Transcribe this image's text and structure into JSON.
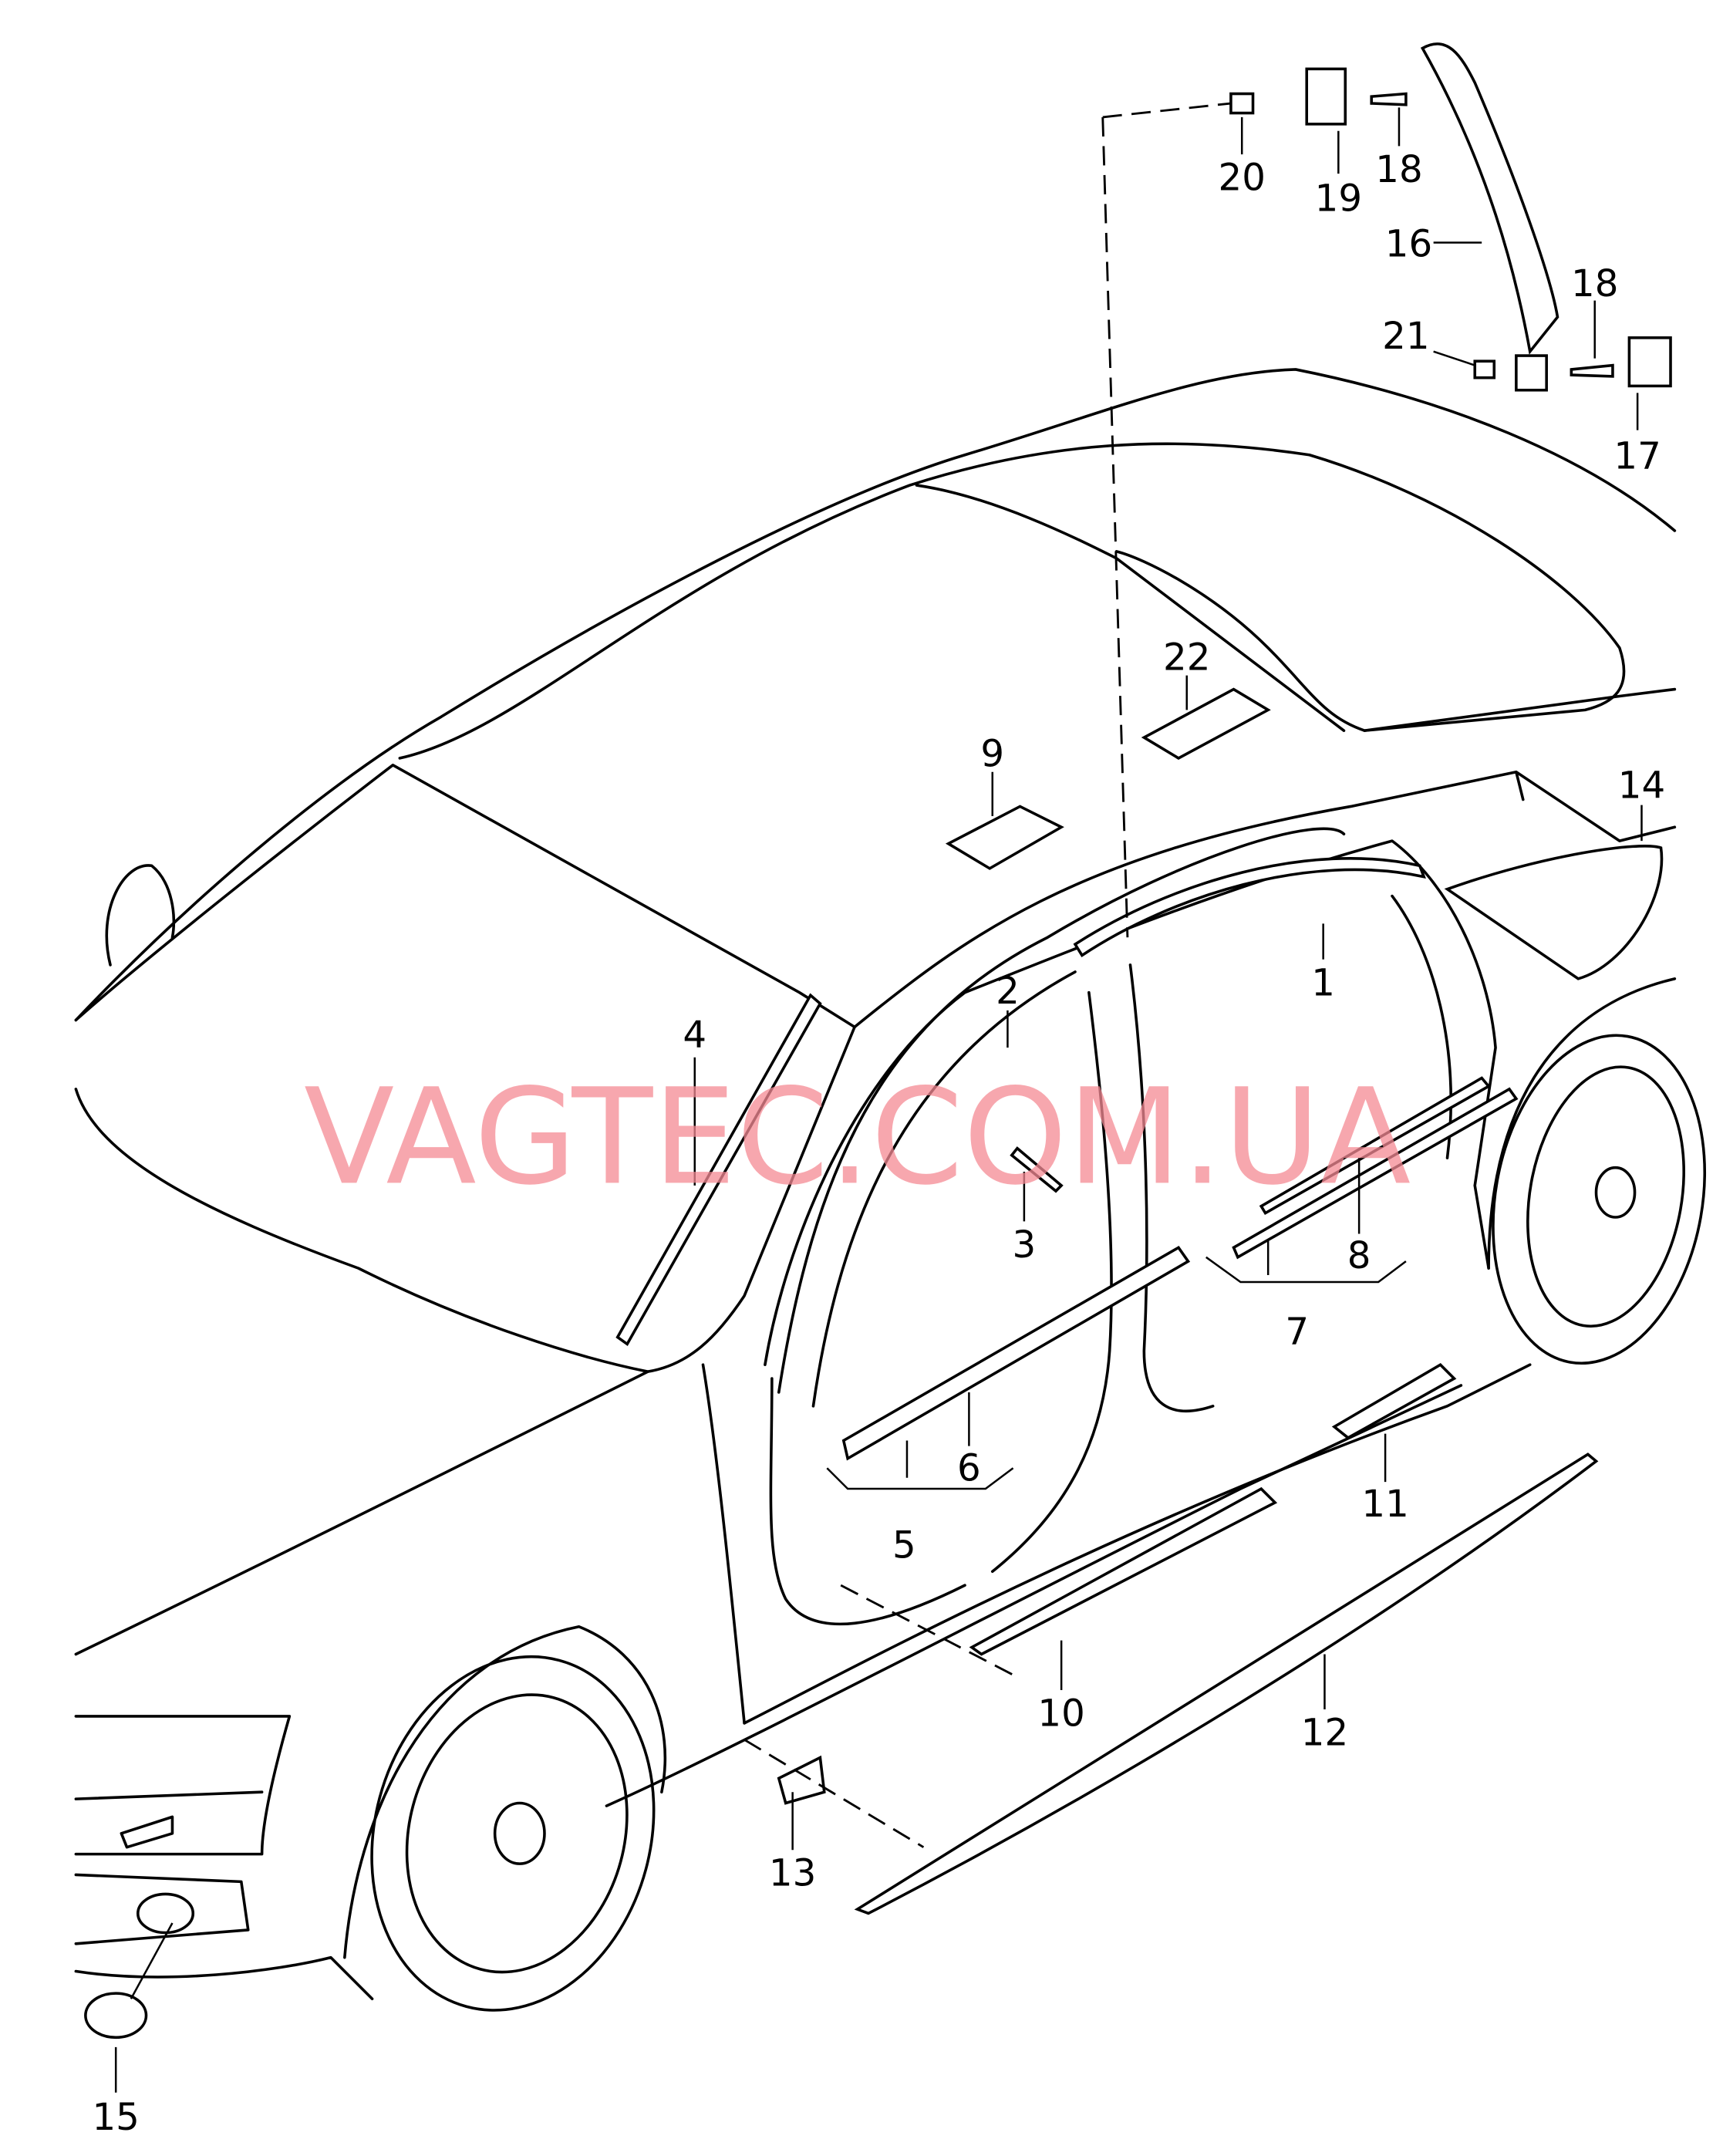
{
  "watermark": "VAGTEC.COM.UA",
  "callouts": {
    "c1": "1",
    "c2": "2",
    "c3": "3",
    "c4": "4",
    "c5": "5",
    "c6": "6",
    "c7": "7",
    "c8": "8",
    "c9": "9",
    "c10": "10",
    "c11": "11",
    "c12": "12",
    "c13": "13",
    "c14": "14",
    "c15": "15",
    "c16": "16",
    "c17": "17",
    "c18a": "18",
    "c18b": "18",
    "c19": "19",
    "c20": "20",
    "c21": "21",
    "c22": "22"
  },
  "colors": {
    "watermark": "#f58a94",
    "line": "#000000"
  }
}
